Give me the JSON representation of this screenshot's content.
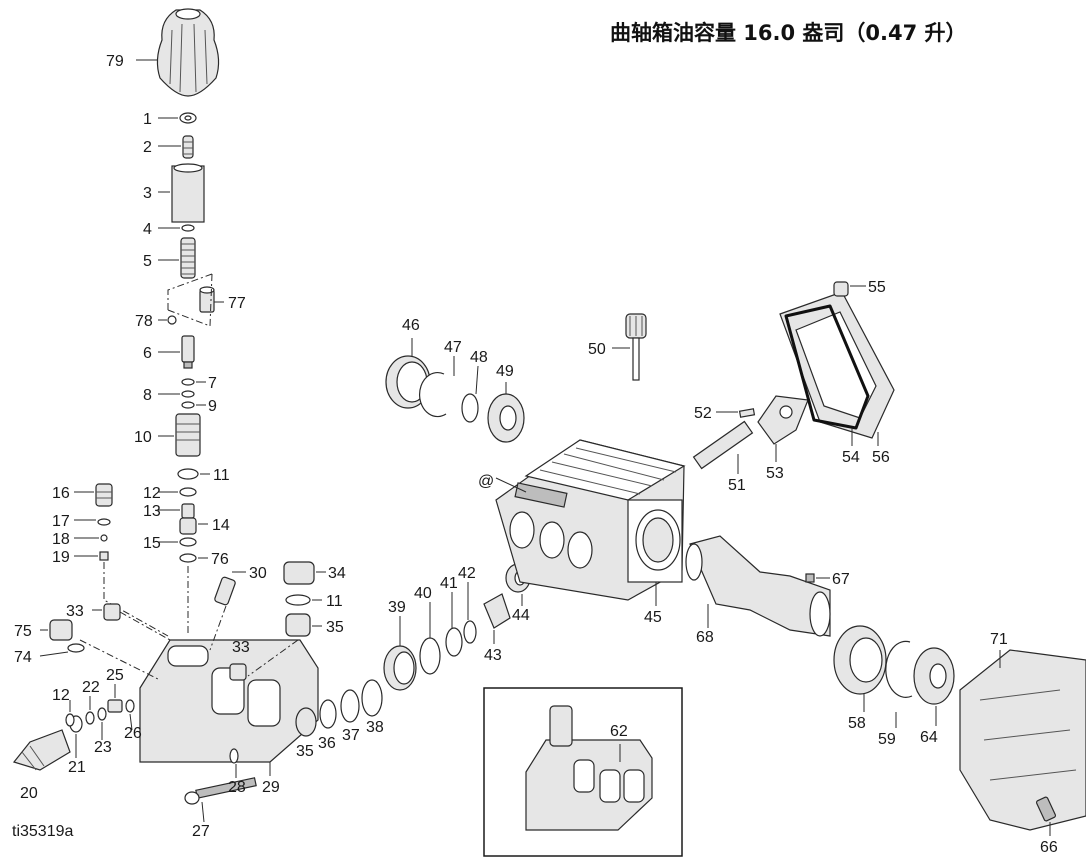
{
  "title": "曲轴箱油容量 16.0 盎司（0.47 升）",
  "figure_id": "ti35319a",
  "parts": [
    {
      "key": "p79",
      "label": "79"
    },
    {
      "key": "p1",
      "label": "1"
    },
    {
      "key": "p2",
      "label": "2"
    },
    {
      "key": "p3",
      "label": "3"
    },
    {
      "key": "p4",
      "label": "4"
    },
    {
      "key": "p5",
      "label": "5"
    },
    {
      "key": "p77",
      "label": "77"
    },
    {
      "key": "p78",
      "label": "78"
    },
    {
      "key": "p6",
      "label": "6"
    },
    {
      "key": "p7",
      "label": "7"
    },
    {
      "key": "p8",
      "label": "8"
    },
    {
      "key": "p9",
      "label": "9"
    },
    {
      "key": "p10",
      "label": "10"
    },
    {
      "key": "p11a",
      "label": "11"
    },
    {
      "key": "p12a",
      "label": "12"
    },
    {
      "key": "p13",
      "label": "13"
    },
    {
      "key": "p14",
      "label": "14"
    },
    {
      "key": "p15",
      "label": "15"
    },
    {
      "key": "p76",
      "label": "76"
    },
    {
      "key": "p16",
      "label": "16"
    },
    {
      "key": "p17",
      "label": "17"
    },
    {
      "key": "p18",
      "label": "18"
    },
    {
      "key": "p19",
      "label": "19"
    },
    {
      "key": "p30",
      "label": "30"
    },
    {
      "key": "p34",
      "label": "34"
    },
    {
      "key": "p11b",
      "label": "11"
    },
    {
      "key": "p35a",
      "label": "35"
    },
    {
      "key": "p33a",
      "label": "33"
    },
    {
      "key": "p33b",
      "label": "33"
    },
    {
      "key": "p75",
      "label": "75"
    },
    {
      "key": "p74",
      "label": "74"
    },
    {
      "key": "p25",
      "label": "25"
    },
    {
      "key": "p22",
      "label": "22"
    },
    {
      "key": "p12b",
      "label": "12"
    },
    {
      "key": "p26",
      "label": "26"
    },
    {
      "key": "p23",
      "label": "23"
    },
    {
      "key": "p21",
      "label": "21"
    },
    {
      "key": "p20",
      "label": "20"
    },
    {
      "key": "p27",
      "label": "27"
    },
    {
      "key": "p28",
      "label": "28"
    },
    {
      "key": "p29",
      "label": "29"
    },
    {
      "key": "p35b",
      "label": "35"
    },
    {
      "key": "p36",
      "label": "36"
    },
    {
      "key": "p37",
      "label": "37"
    },
    {
      "key": "p38",
      "label": "38"
    },
    {
      "key": "p39",
      "label": "39"
    },
    {
      "key": "p40",
      "label": "40"
    },
    {
      "key": "p41",
      "label": "41"
    },
    {
      "key": "p42",
      "label": "42"
    },
    {
      "key": "p43",
      "label": "43"
    },
    {
      "key": "p44",
      "label": "44"
    },
    {
      "key": "p45",
      "label": "45"
    },
    {
      "key": "p46",
      "label": "46"
    },
    {
      "key": "p47",
      "label": "47"
    },
    {
      "key": "p48",
      "label": "48"
    },
    {
      "key": "p49",
      "label": "49"
    },
    {
      "key": "p50",
      "label": "50"
    },
    {
      "key": "p51",
      "label": "51"
    },
    {
      "key": "p52",
      "label": "52"
    },
    {
      "key": "p53",
      "label": "53"
    },
    {
      "key": "p54",
      "label": "54"
    },
    {
      "key": "p55",
      "label": "55"
    },
    {
      "key": "p56",
      "label": "56"
    },
    {
      "key": "p58",
      "label": "58"
    },
    {
      "key": "p59",
      "label": "59"
    },
    {
      "key": "p62",
      "label": "62"
    },
    {
      "key": "p64",
      "label": "64"
    },
    {
      "key": "p66",
      "label": "66"
    },
    {
      "key": "p67",
      "label": "67"
    },
    {
      "key": "p68",
      "label": "68"
    },
    {
      "key": "p71",
      "label": "71"
    },
    {
      "key": "at",
      "label": "@"
    }
  ]
}
